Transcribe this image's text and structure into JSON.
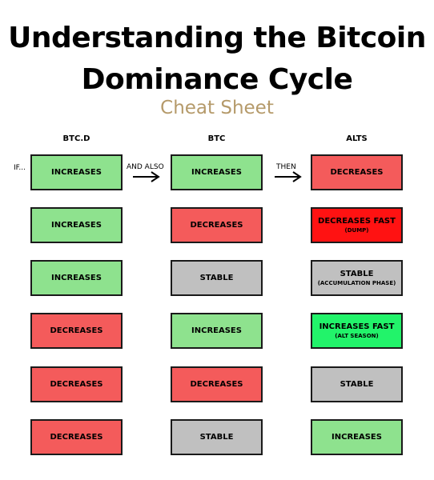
{
  "title_line1": "Understanding the Bitcoin",
  "title_line2": "Dominance Cycle",
  "subtitle": "Cheat Sheet",
  "columns": [
    "BTC.D",
    "BTC",
    "ALTS"
  ],
  "connectors": {
    "if": "IF...",
    "and_also": "AND ALSO",
    "then": "THEN"
  },
  "colors": {
    "green": "#8ee28e",
    "red": "#f45b5b",
    "gray": "#c0c0c0",
    "bright_red": "#ff1212",
    "bright_green": "#22f36a",
    "subtitle": "#b59a6a"
  },
  "rows": [
    {
      "btcd": {
        "label": "INCREASES",
        "color": "green"
      },
      "btc": {
        "label": "INCREASES",
        "color": "green"
      },
      "alts": {
        "label": "DECREASES",
        "note": "",
        "color": "red"
      }
    },
    {
      "btcd": {
        "label": "INCREASES",
        "color": "green"
      },
      "btc": {
        "label": "DECREASES",
        "color": "red"
      },
      "alts": {
        "label": "DECREASES FAST",
        "note": "(DUMP)",
        "color": "bright_red"
      }
    },
    {
      "btcd": {
        "label": "INCREASES",
        "color": "green"
      },
      "btc": {
        "label": "STABLE",
        "color": "gray"
      },
      "alts": {
        "label": "STABLE",
        "note": "(ACCUMULATION PHASE)",
        "color": "gray"
      }
    },
    {
      "btcd": {
        "label": "DECREASES",
        "color": "red"
      },
      "btc": {
        "label": "INCREASES",
        "color": "green"
      },
      "alts": {
        "label": "INCREASES FAST",
        "note": "(ALT SEASON)",
        "color": "bright_green"
      }
    },
    {
      "btcd": {
        "label": "DECREASES",
        "color": "red"
      },
      "btc": {
        "label": "DECREASES",
        "color": "red"
      },
      "alts": {
        "label": "STABLE",
        "note": "",
        "color": "gray"
      }
    },
    {
      "btcd": {
        "label": "DECREASES",
        "color": "red"
      },
      "btc": {
        "label": "STABLE",
        "color": "gray"
      },
      "alts": {
        "label": "INCREASES",
        "note": "",
        "color": "green"
      }
    }
  ]
}
